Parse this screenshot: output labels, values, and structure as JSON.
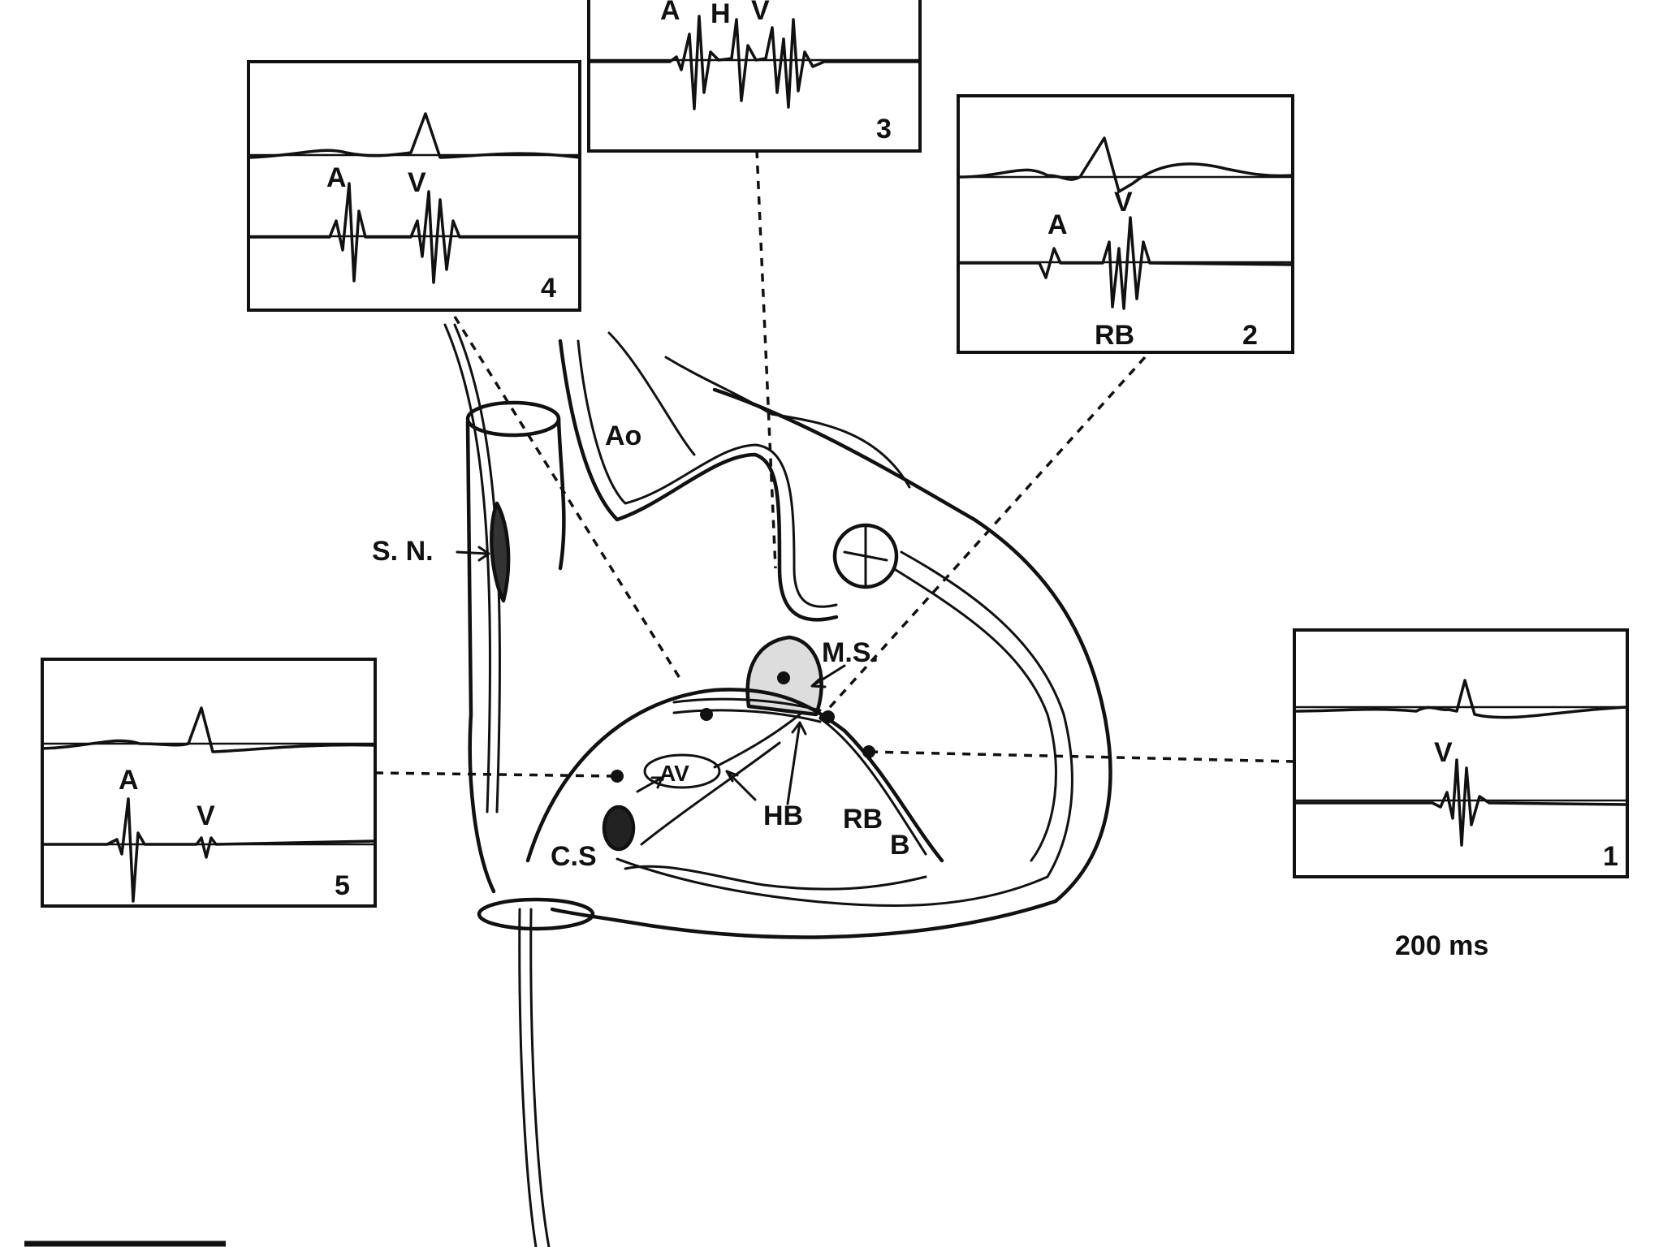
{
  "panels": {
    "p1": {
      "number": "1",
      "labels": {
        "v": "V"
      }
    },
    "p2": {
      "number": "2",
      "labels": {
        "a": "A",
        "v": "V",
        "rb": "RB"
      }
    },
    "p3": {
      "number": "3",
      "labels": {
        "a": "A",
        "h": "H",
        "v": "V"
      }
    },
    "p4": {
      "number": "4",
      "labels": {
        "a": "A",
        "v": "V"
      }
    },
    "p5": {
      "number": "5",
      "labels": {
        "a": "A",
        "v": "V"
      }
    }
  },
  "heart_labels": {
    "ao": "Ao",
    "sn": "S. N.",
    "ms": "M.S.",
    "av": "AV",
    "hb": "HB",
    "rb": "RB",
    "rb_sub": "B",
    "cs": "C.S"
  },
  "scale_label": "200 ms"
}
